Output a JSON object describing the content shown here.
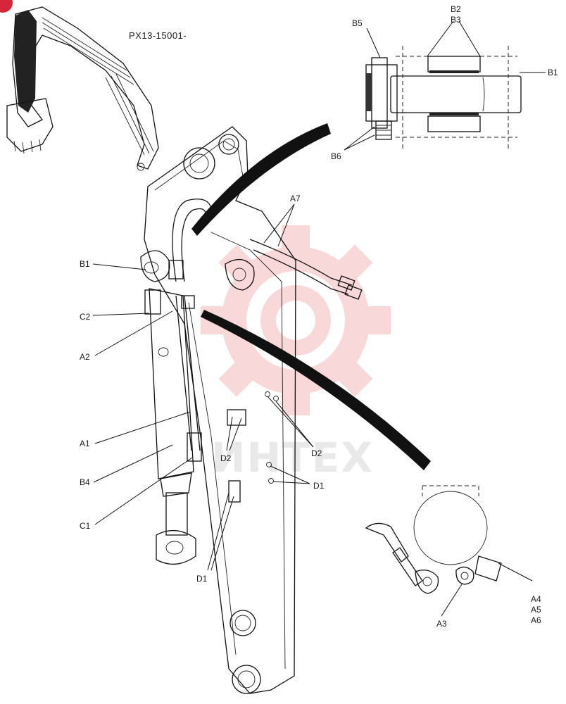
{
  "diagram": {
    "part_code": "PX13-15001-",
    "watermark_text": "ИНТЕХ",
    "watermark_color": "#f4b9b9",
    "corner_badge_color": "#d5263b",
    "callouts": {
      "B1_top": "B1",
      "B2": "B2",
      "B3": "B3",
      "B5": "B5",
      "B6": "B6",
      "A7": "A7",
      "B1_left": "B1",
      "C2": "C2",
      "A2": "A2",
      "A1": "A1",
      "B4": "B4",
      "C1": "C1",
      "D1_left": "D1",
      "D2_left": "D2",
      "D2_right": "D2",
      "D1_right": "D1",
      "A3": "A3",
      "A4": "A4",
      "A5": "A5",
      "A6": "A6"
    }
  }
}
